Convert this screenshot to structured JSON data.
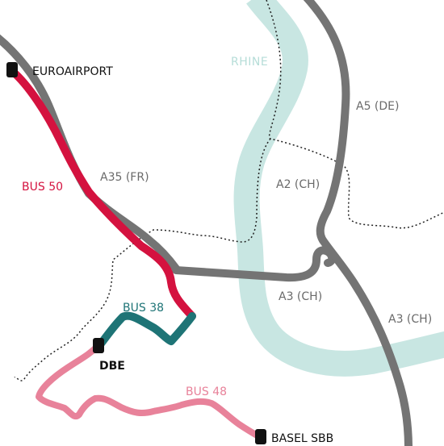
{
  "colors": {
    "river": "#c8e6e2",
    "river_label": "#b6ddd8",
    "road": "#747474",
    "road_label": "#6a6a6a",
    "border": "#222222",
    "bus50": "#d4123f",
    "bus38": "#1e7476",
    "bus48": "#e8829a",
    "stop": "#111111"
  },
  "river": {
    "label": "RHINE"
  },
  "roads": {
    "a35": "A35 (FR)",
    "a5": "A5 (DE)",
    "a2": "A2 (CH)",
    "a3_left": "A3 (CH)",
    "a3_right": "A3 (CH)"
  },
  "bus_lines": {
    "bus50": "BUS 50",
    "bus38": "BUS 38",
    "bus48": "BUS 48"
  },
  "stops": {
    "euroairport": "EUROAIRPORT",
    "dbe": "DBE",
    "basel_sbb": "BASEL SBB"
  }
}
